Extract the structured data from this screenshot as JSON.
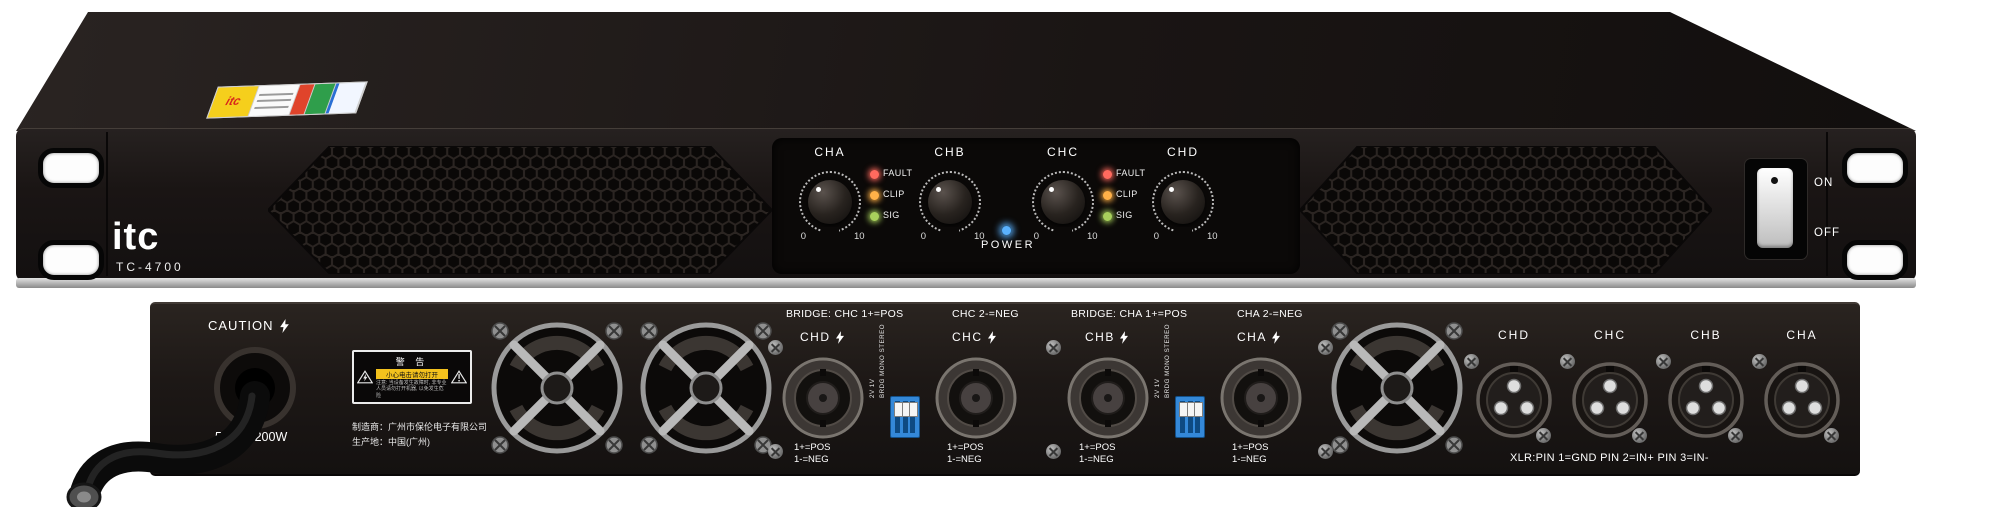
{
  "front": {
    "brand": "itc",
    "model": "TC-4700",
    "sticker_text": "itc",
    "channel_labels": [
      "CHA",
      "CHB",
      "CHC",
      "CHD"
    ],
    "knob_min": "0",
    "knob_max": "10",
    "led_labels": [
      "FAULT",
      "CLIP",
      "SIG"
    ],
    "power_label": "POWER",
    "switch_on": "ON",
    "switch_off": "OFF",
    "colors": {
      "fault_led": "#ff6a5e",
      "clip_led": "#ffb148",
      "sig_led": "#a8d05c",
      "power_led": "#5ab2ff",
      "panel": "#1a1514"
    }
  },
  "rear": {
    "caution": "CAUTION",
    "rating": "50Hz 3200W",
    "warning": {
      "title": "警 告",
      "strip": "小心电击请勿打开",
      "note": "注意: 当设备发生故障时, 非专业人员请勿打开机器, 以免发生危险"
    },
    "manufacturer_line1": "制造商：广州市保伦电子有限公司",
    "manufacturer_line2": "生产地：中国(广州)",
    "groups": [
      {
        "bridge": "BRIDGE: CHC 1+=POS",
        "neg": "CHC 2-=NEG",
        "ch_left": "CHD",
        "ch_right": "CHC",
        "pol_pos": "1+=POS",
        "pol_neg": "1-=NEG",
        "dip_v": "2V 1V",
        "dip_mode": "BRDG MONO STEREO"
      },
      {
        "bridge": "BRIDGE: CHA 1+=POS",
        "neg": "CHA 2-=NEG",
        "ch_left": "CHB",
        "ch_right": "CHA",
        "pol_pos": "1+=POS",
        "pol_neg": "1-=NEG",
        "dip_v": "2V 1V",
        "dip_mode": "BRDG MONO STEREO"
      }
    ],
    "xlr_labels": [
      "CHD",
      "CHC",
      "CHB",
      "CHA"
    ],
    "xlr_pin_text": "XLR:PIN 1=GND PIN 2=IN+ PIN 3=IN-",
    "dip_color": "#3488d8"
  }
}
